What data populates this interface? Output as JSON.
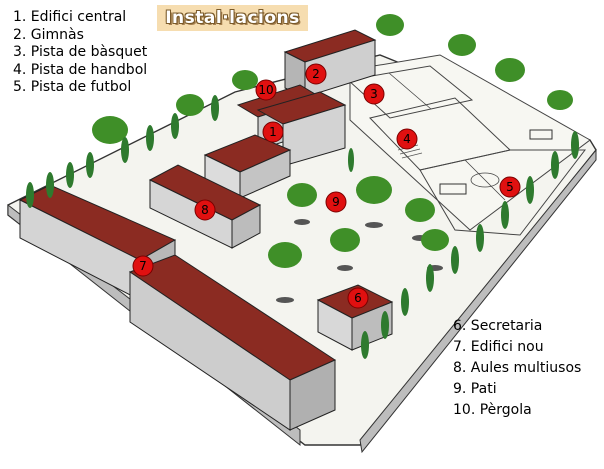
{
  "title": "Instal·lacions",
  "legend_left": [
    "1. Edifici central",
    "2. Gimnàs",
    "3. Pista de bàsquet",
    "4. Pista de handbol",
    "5. Pista de futbol"
  ],
  "legend_right": [
    "6. Secretaria",
    "7. Edifici nou",
    "8. Aules multiusos",
    "9. Pati",
    "10. Pèrgola"
  ],
  "markers": [
    "1",
    "2",
    "3",
    "4",
    "5",
    "6",
    "7",
    "8",
    "9",
    "10"
  ],
  "colors": {
    "marker_red": "#e01010",
    "roof_red": "#8b2b22",
    "tree_green": "#3f8f28",
    "cypress_green": "#2e7a2e",
    "wall_grey": "#c9c9c9",
    "banner": "#f6ddb0"
  }
}
